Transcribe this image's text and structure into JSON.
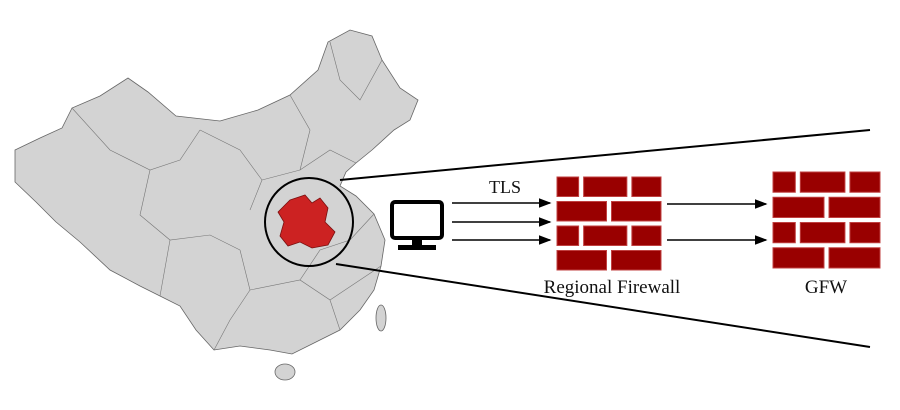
{
  "labels": {
    "protocol": "TLS",
    "regional_firewall": "Regional Firewall",
    "gfw": "GFW"
  },
  "colors": {
    "brick": "#990000",
    "highlight_region": "#cc2222",
    "map_fill": "#d3d3d3"
  },
  "icons": {
    "client": "computer-monitor-icon",
    "firewall": "brick-wall-icon"
  }
}
